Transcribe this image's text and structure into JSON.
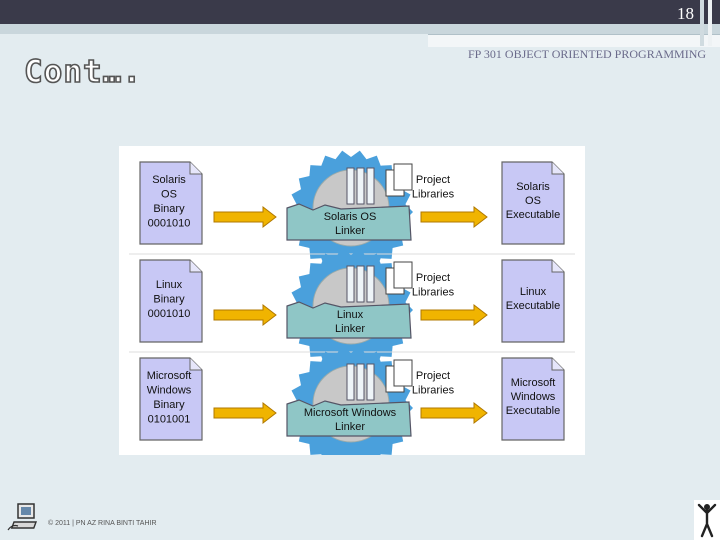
{
  "slide": {
    "number": "18",
    "course_title": "FP 301 OBJECT ORIENTED PROGRAMMING",
    "title": "Cont….",
    "footer": "© 2011 | PN AZ RINA BINTI TAHIR"
  },
  "colors": {
    "doc_fill": "#c8c8f5",
    "linker_fill": "#8fc6c6",
    "gear_fill": "#4aa0dc",
    "arrow_fill": "#f0b400"
  },
  "icons": {
    "left": "computer-icon",
    "right": "person-icon"
  },
  "diagram": {
    "rows": [
      {
        "binary_label": [
          "Solaris",
          "OS",
          "Binary",
          "0001010"
        ],
        "linker_label": [
          "Solaris OS",
          "Linker"
        ],
        "libraries_label": [
          "Project",
          "Libraries"
        ],
        "executable_label": [
          "Solaris",
          "OS",
          "Executable"
        ]
      },
      {
        "binary_label": [
          "Linux",
          "Binary",
          "0001010"
        ],
        "linker_label": [
          "Linux",
          "Linker"
        ],
        "libraries_label": [
          "Project",
          "Libraries"
        ],
        "executable_label": [
          "Linux",
          "Executable"
        ]
      },
      {
        "binary_label": [
          "Microsoft",
          "Windows",
          "Binary",
          "0101001"
        ],
        "linker_label": [
          "Microsoft Windows",
          "Linker"
        ],
        "libraries_label": [
          "Project",
          "Libraries"
        ],
        "executable_label": [
          "Microsoft",
          "Windows",
          "Executable"
        ]
      }
    ]
  }
}
